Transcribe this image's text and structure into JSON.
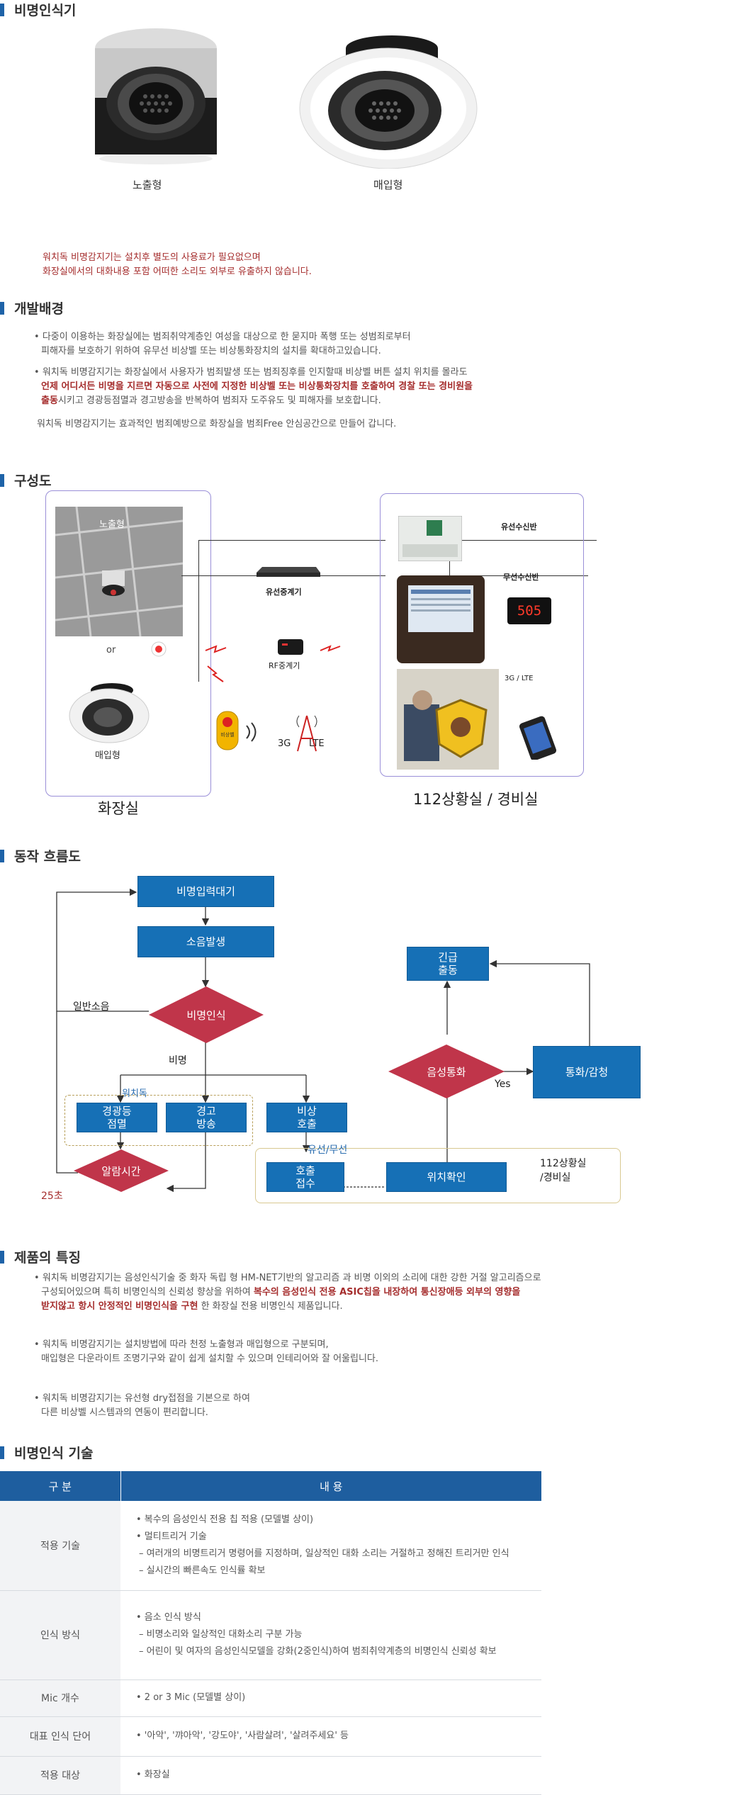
{
  "sections": {
    "s1": "비명인식기",
    "s2": "개발배경",
    "s3": "구성도",
    "s4": "동작 흐름도",
    "s5": "제품의 특징",
    "s6": "비명인식 기술"
  },
  "products": {
    "exposed": "노출형",
    "embedded": "매입형"
  },
  "notice": {
    "line1": "워치독 비명감지기는 설치후 별도의 사용료가 필요없으며",
    "line2": "화장실에서의 대화내용 포함 어떠한 소리도 외부로 유출하지 않습니다."
  },
  "background": {
    "p1a": "다중이 이용하는 화장실에는 범죄취약계층인 여성을 대상으로 한 묻지마 폭행 또는 성범죄로부터",
    "p1b": "피해자를 보호하기 위하여 유무선 비상벨 또는 비상통화장치의 설치를 확대하고있습니다.",
    "p2a": "워치독 비명감지기는 화장실에서 사용자가 범죄발생 또는 범죄징후를 인지할때 비상벨 버튼 설치 위치를 몰라도",
    "p2b": "언제 어디서든 비명을 지르면 자동으로 사전에 지정한 비상벨 또는 비상통화장치를 호출하여 경찰 또는 경비원을",
    "p2c_bold": "출동",
    "p2c_rest": "시키고 경광등점멸과 경고방송을 반복하여 범죄자 도주유도 및 피해자를 보호합니다.",
    "p3": "워치독 비명감지기는 효과적인 범죄예방으로 화장실을 범죄Free 안심공간으로 만들어 갑니다."
  },
  "diagram": {
    "exposed": "노출형",
    "or": "or",
    "embedded": "매입형",
    "restroom": "화장실",
    "wired_relay": "유선중계기",
    "rf_relay": "RF중계기",
    "wired_receiver": "유선수신반",
    "wireless_receiver": "무선수신반",
    "display_num": "505",
    "lte": "3G / LTE",
    "g3": "3G",
    "lte2": "LTE",
    "bell_text": "비상벨",
    "control_room": "112상황실 / 경비실"
  },
  "flow": {
    "standby": "비명입력대기",
    "noise": "소음발생",
    "recognize": "비명인식",
    "general_noise": "일반소음",
    "scream": "비명",
    "watchdog": "워치독",
    "strobe": "경광등\n점멸",
    "warning": "경고\n방송",
    "emergency_call": "비상\n호출",
    "alarm_time": "알람시간",
    "sec25": "25초",
    "wired_wireless": "유선/무선",
    "call_receive": "호출\n접수",
    "location": "위치확인",
    "room": "112상황실\n/경비실",
    "voice_call": "음성통화",
    "yes": "Yes",
    "call_sensing": "통화/감청",
    "dispatch": "긴급\n출동"
  },
  "features": {
    "f1a": "워치독 비명감지기는 음성인식기술 중 화자 독립 형 HM-NET기반의 알고리즘 과 비명 이외의 소리에 대한 강한 거절 알고리즘으로",
    "f1b_pre": "구성되어있으며 특히 비명인식의 신뢰성 향상을 위하여 ",
    "f1b_bold": "복수의 음성인식 전용 ASIC칩을 내장하여 통신장애등 외부의 영향을",
    "f1c_bold": "받지않고 항시 안정적인 비명인식을 구현",
    "f1c_rest": " 한 화장실 전용 비명인식 제품입니다.",
    "f2a": "워치독 비명감지기는 설치방법에 따라 천정 노출형과 매입형으로 구분되며,",
    "f2b": "매입형은 다운라이트 조명기구와 같이 쉽게 설치할 수 있으며  인테리어와 잘 어울립니다.",
    "f3a": "워치독 비명감지기는 유선형 dry접점을 기본으로 하여",
    "f3b": "다른 비상벨 시스템과의 연동이 편리합니다."
  },
  "table": {
    "h1": "구 분",
    "h2": "내 용",
    "rows": [
      {
        "k": "적용 기술",
        "v": [
          "• 복수의 음성인식 전용 칩 적용 (모델별 상이)",
          "• 멀티트리거 기술",
          "–   여러개의 비명트리거 명령어를 지정하며, 일상적인 대화 소리는 거절하고 정해진 트리거만 인식",
          "–   실시간의 빠른속도 인식률 확보"
        ]
      },
      {
        "k": "인식 방식",
        "v": [
          "• 음소 인식 방식",
          "–   비명소리와 일상적인 대화소리 구분 가능",
          "–   어린이 및 여자의 음성인식모델을 강화(2중인식)하여 범죄취약계층의 비명인식 신뢰성 확보"
        ]
      },
      {
        "k": "Mic 개수",
        "v": [
          "•  2 or 3 Mic (모델별 상이)"
        ]
      },
      {
        "k": "대표 인식 단어",
        "v": [
          "•  '아악', '꺄아악', '강도야', '사람살려', '살려주세요' 등"
        ]
      },
      {
        "k": "적용 대상",
        "v": [
          "• 화장실"
        ]
      }
    ]
  },
  "colors": {
    "accent": "#1e63a8",
    "flow_blue": "#1670b6",
    "diamond_red": "#c0354a",
    "notice_red": "#a52d2d"
  }
}
